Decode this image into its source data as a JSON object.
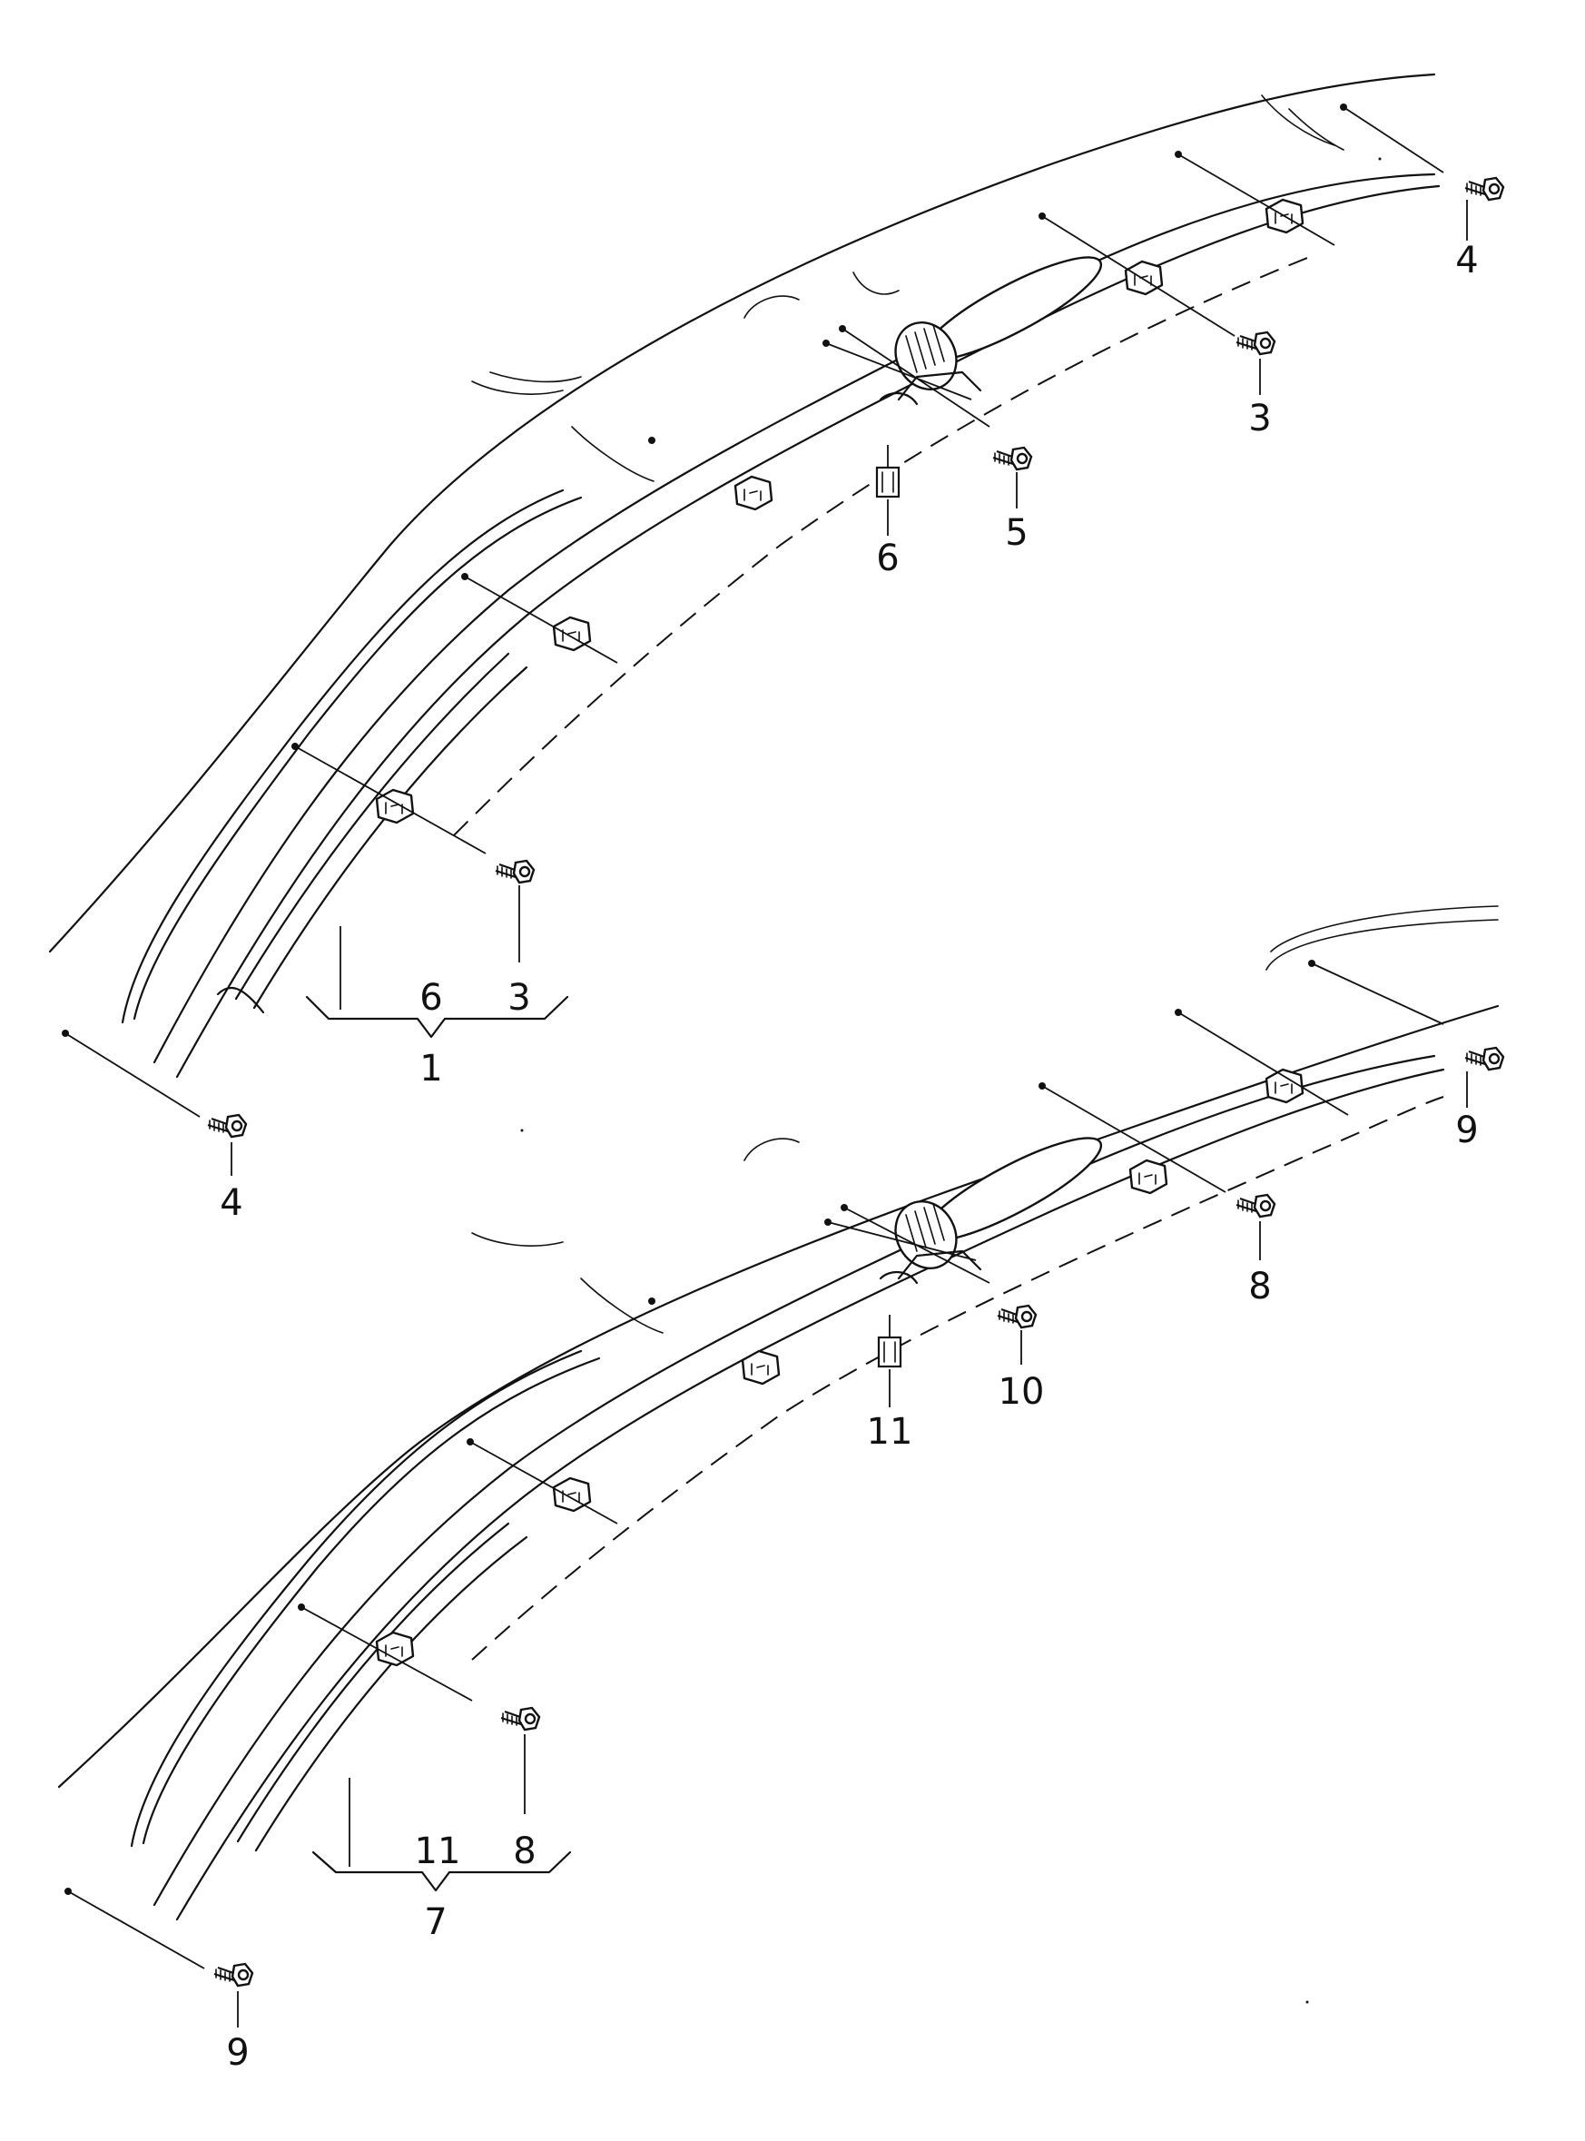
{
  "callouts": {
    "upper": {
      "bolt_top_right": "4",
      "bolt_upper_mid": "3",
      "bolt_inflator": "5",
      "connector": "6",
      "bracket_left": "6",
      "bracket_right": "3",
      "assembly": "1",
      "bolt_bottom_left": "4"
    },
    "lower": {
      "bolt_top_right": "9",
      "bolt_upper_mid": "8",
      "bolt_inflator": "10",
      "connector": "11",
      "bracket_left": "11",
      "bracket_right": "8",
      "assembly": "7",
      "bolt_bottom_left": "9"
    }
  }
}
